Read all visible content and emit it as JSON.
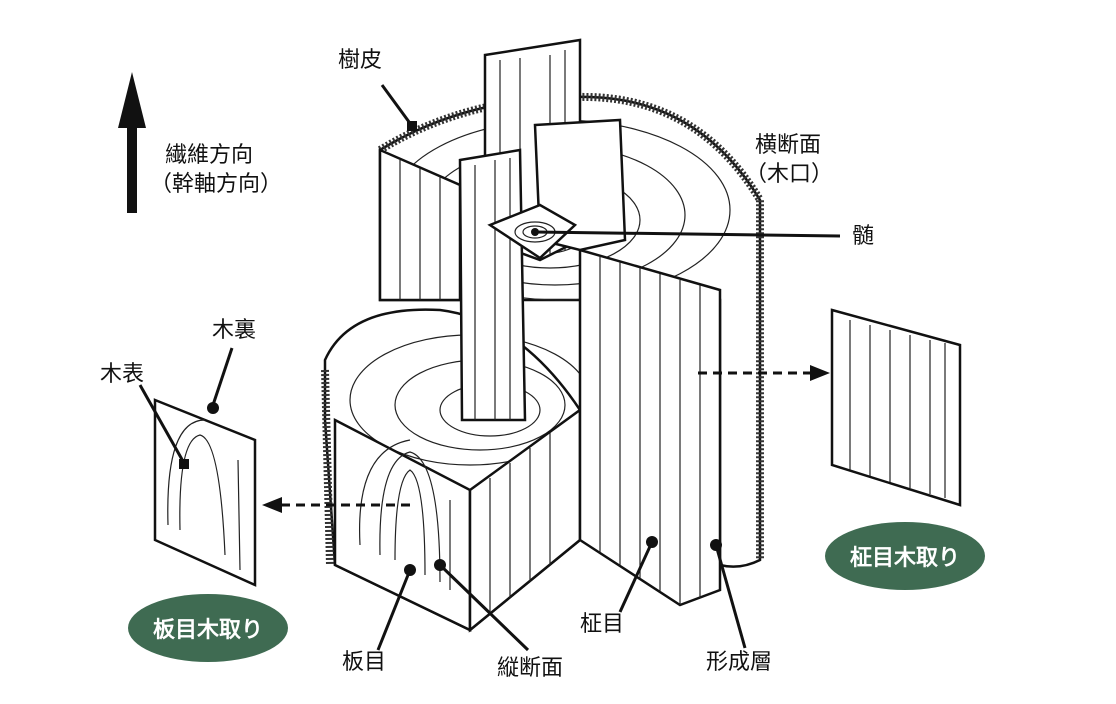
{
  "labels": {
    "bark": "樹皮",
    "fiber_direction": "繊維方向",
    "trunk_axis_direction": "（幹軸方向）",
    "cross_section": "横断面",
    "end_grain": "（木口）",
    "pith": "髄",
    "wood_back": "木裏",
    "wood_face": "木表",
    "flat_grain": "板目",
    "longitudinal_section": "縦断面",
    "straight_grain": "柾目",
    "cambium": "形成層"
  },
  "badges": {
    "flat_sawn": "板目木取り",
    "quarter_sawn": "柾目木取り"
  },
  "colors": {
    "badge": "#3f6b52",
    "line": "#111111"
  }
}
